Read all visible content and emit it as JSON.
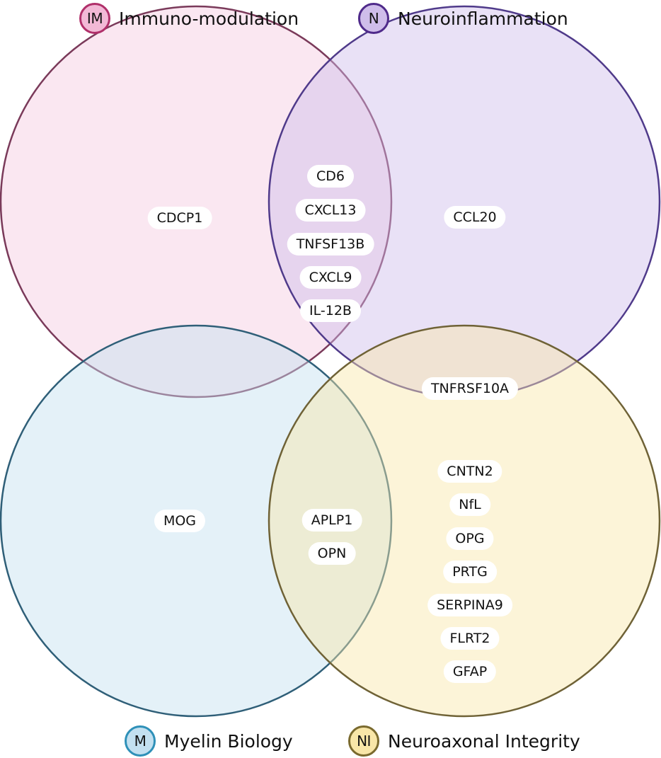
{
  "colors": {
    "immunomodulation": {
      "stroke": "#7a3a5a",
      "fill": "#f2b9d6",
      "badge": "#b0306a"
    },
    "neuroinflammation": {
      "stroke": "#4f3a8a",
      "fill": "#cfbdea",
      "badge": "#4f2a8a"
    },
    "myelin": {
      "stroke": "#2f5f78",
      "fill": "#c3e0f0",
      "badge": "#2e90b8"
    },
    "neuroaxonal": {
      "stroke": "#6f6236",
      "fill": "#f8e6a8",
      "badge": "#7a6a2e"
    }
  },
  "legend": {
    "immunomodulation": {
      "abbr": "IM",
      "label": "Immuno-modulation"
    },
    "neuroinflammation": {
      "abbr": "N",
      "label": "Neuroinflammation"
    },
    "myelin": {
      "abbr": "M",
      "label": "Myelin Biology"
    },
    "neuroaxonal": {
      "abbr": "NI",
      "label": "Neuroaxonal Integrity"
    }
  },
  "regions": {
    "im_only": [
      "CDCP1"
    ],
    "im_n": [
      "CD6",
      "CXCL13",
      "TNFSF13B",
      "CXCL9",
      "IL-12B"
    ],
    "n_only": [
      "CCL20"
    ],
    "n_ni": [
      "TNFRSF10A"
    ],
    "m_only": [
      "MOG"
    ],
    "m_ni": [
      "APLP1",
      "OPN"
    ],
    "ni_only": [
      "CNTN2",
      "NfL",
      "OPG",
      "PRTG",
      "SERPINA9",
      "FLRT2",
      "GFAP"
    ]
  }
}
